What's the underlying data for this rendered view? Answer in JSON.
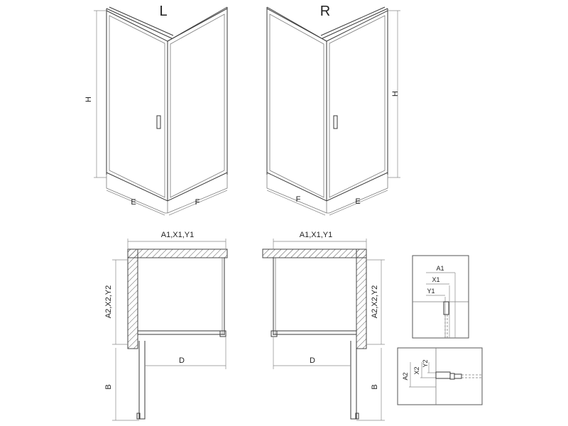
{
  "views": {
    "left": {
      "label": "L"
    },
    "right": {
      "label": "R"
    }
  },
  "dimensions": {
    "height": "H",
    "side_e": "E",
    "side_f": "F",
    "width": "A1,X1,Y1",
    "depth": "A2,X2,Y2",
    "door": "D",
    "swing": "B"
  },
  "details": {
    "top": {
      "a": "A1",
      "x": "X1",
      "y": "Y1"
    },
    "bottom": {
      "a": "A2",
      "x": "X2",
      "y": "Y2"
    }
  },
  "colors": {
    "line": "#3a3a3a",
    "dimension": "#8a8a8a"
  }
}
